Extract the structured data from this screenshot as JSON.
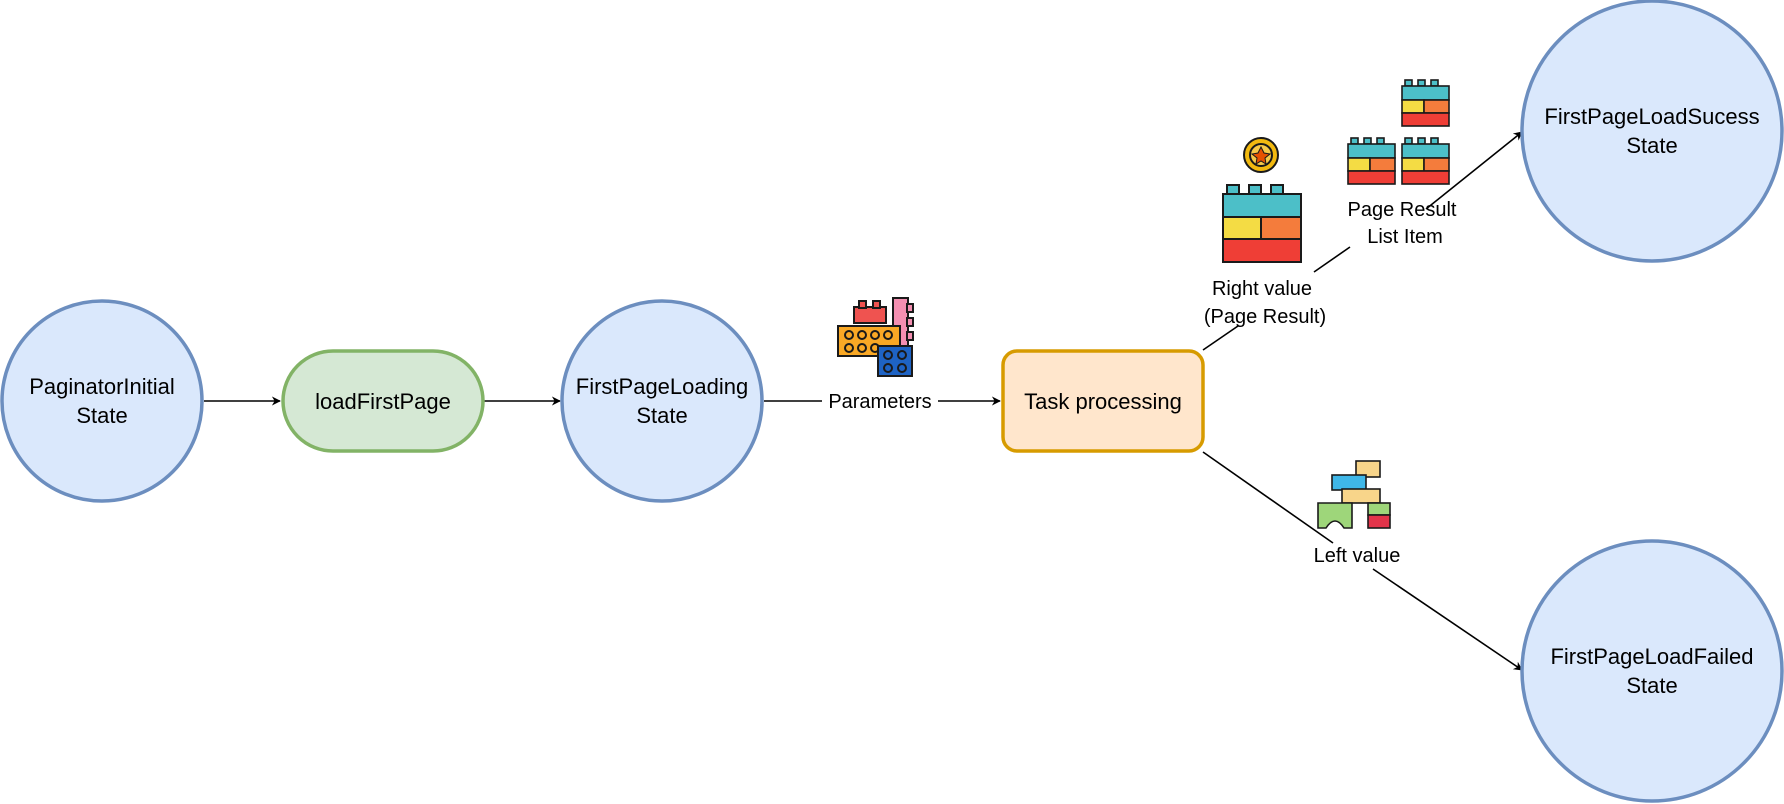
{
  "nodes": {
    "paginator_initial": {
      "line1": "PaginatorInitial",
      "line2": "State"
    },
    "load_first_page": {
      "label": "loadFirstPage"
    },
    "first_page_loading": {
      "line1": "FirstPageLoading",
      "line2": "State"
    },
    "task_processing": {
      "label": "Task processing"
    },
    "first_page_load_success": {
      "line1": "FirstPageLoadSucess",
      "line2": "State"
    },
    "first_page_load_failed": {
      "line1": "FirstPageLoadFailed",
      "line2": "State"
    }
  },
  "edges": {
    "parameters": {
      "label": "Parameters"
    },
    "right_value": {
      "line1": "Right value",
      "line2": "(Page Result)"
    },
    "page_result": {
      "line1": "Page Result",
      "line2": "List Item"
    },
    "left_value": {
      "label": "Left value"
    }
  },
  "icons": {
    "parameters": "lego-bricks-icon",
    "right_value": "lego-stack-coin-icon",
    "page_result": "lego-list-icon",
    "left_value": "lego-castle-icon"
  },
  "colors": {
    "state_fill": "#dae8fc",
    "state_stroke": "#6c8ebf",
    "action_fill": "#d5e8d4",
    "action_stroke": "#82b366",
    "process_fill": "#ffe6cc",
    "process_stroke": "#d79b00"
  }
}
